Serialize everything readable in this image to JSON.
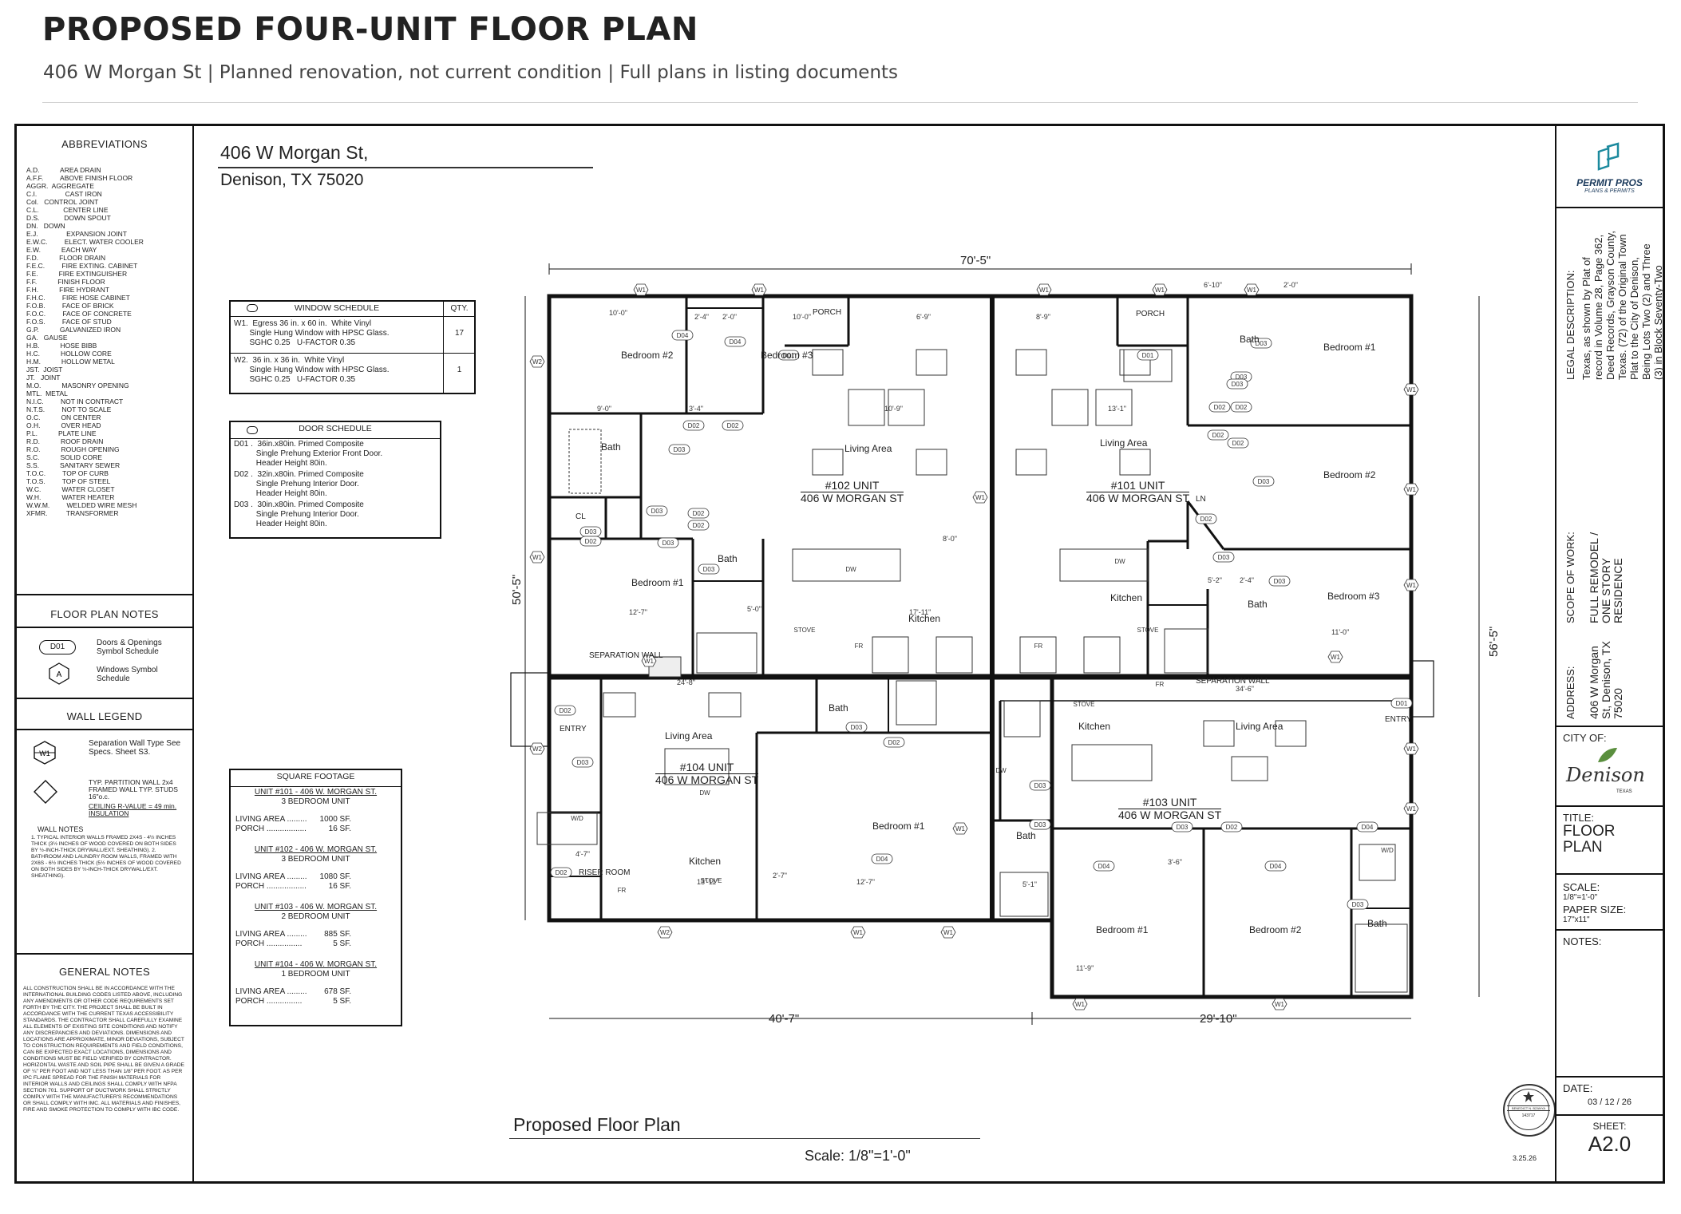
{
  "header": {
    "title": "PROPOSED FOUR-UNIT FLOOR PLAN",
    "subtitle": "406 W Morgan St | Planned renovation, not current condition | Full plans in listing documents"
  },
  "sheet": {
    "address_line1": "406 W Morgan St,",
    "address_line2": "Denison, TX 75020",
    "plan_title": "Proposed Floor Plan",
    "plan_scale": "Scale:  1/8\"=1'-0\""
  },
  "abbreviations": {
    "title": "ABBREVIATIONS",
    "items": [
      "A.D.           AREA DRAIN",
      "A.F.F.         ABOVE FINISH FLOOR",
      "AGGR.  AGGREGATE",
      "C.I.               CAST IRON",
      "Col.   CONTROL JOINT",
      "C.L.             CENTER LINE",
      "D.S.             DOWN SPOUT",
      "DN.   DOWN",
      "E.J.               EXPANSION JOINT",
      "E.W.C.         ELECT. WATER COOLER",
      "E.W.           EACH WAY",
      "F.D.           FLOOR DRAIN",
      "F.E.C.         FIRE EXTING. CABINET",
      "F.E.           FIRE EXTINGUISHER",
      "F.F.           FINISH FLOOR",
      "F.H.           FIRE HYDRANT",
      "F.H.C.         FIRE HOSE CABINET",
      "F.O.B.         FACE OF BRICK",
      "F.O.C.         FACE OF CONCRETE",
      "F.O.S.         FACE OF STUD",
      "G.P.           GALVANIZED IRON",
      "GA.   GAUSE",
      "H.B.           HOSE BIBB",
      "H.C.           HOLLOW CORE",
      "H.M.           HOLLOW METAL",
      "JST.  JOIST",
      "JT.   JOINT",
      "M.O.           MASONRY OPENING",
      "MTL.  METAL",
      "N.I.C.         NOT IN CONTRACT",
      "N.T.S.         NOT TO SCALE",
      "O.C.           ON CENTER",
      "O.H.           OVER HEAD",
      "P.L.           PLATE LINE",
      "R.D.           ROOF DRAIN",
      "R.O.           ROUGH OPENING",
      "S.C.           SOLID CORE",
      "S.S.           SANITARY SEWER",
      "T.O.C.         TOP OF CURB",
      "T.O.S.         TOP OF STEEL",
      "W.C.           WATER CLOSET",
      "W.H.           WATER HEATER",
      "W.W.M.         WELDED WIRE MESH",
      "XFMR.          TRANSFORMER"
    ]
  },
  "floor_plan_notes": {
    "title": "FLOOR PLAN NOTES",
    "door_tag": "D01",
    "door_text": "Doors & Openings Symbol Schedule",
    "window_tag": "A",
    "window_text": "Windows Symbol Schedule"
  },
  "wall_legend": {
    "title": "WALL LEGEND",
    "sep_tag": "W1",
    "sep_text": "Separation Wall Type See Specs. Sheet S3.",
    "part_text": "TYP. PARTITION WALL 2x4 FRAMED WALL TYP. STUDS 16\"o.c.",
    "ceiling_text": "CEILING R-VALUE = 49 min. INSULATION",
    "wall_notes_title": "WALL NOTES",
    "wall_notes": "1. TYPICAL INTERIOR WALLS FRAMED 2X4S - 4½ INCHES THICK (3½ INCHES OF WOOD COVERED ON BOTH SIDES BY ½-INCH-THICK DRYWALL/EXT. SHEATHING). 2. BATHROOM AND LAUNDRY ROOM WALLS, FRAMED WITH 2X6S - 6½ INCHES THICK (5½ INCHES OF WOOD COVERED ON BOTH SIDES BY ½-INCH-THICK DRYWALL/EXT. SHEATHING)."
  },
  "general_notes": {
    "title": "GENERAL NOTES",
    "text": "ALL CONSTRUCTION SHALL BE IN ACCORDANCE WITH THE INTERNATIONAL BUILDING CODES LISTED ABOVE, INCLUDING ANY AMENDMENTS OR OTHER CODE REQUIREMENTS SET FORTH BY THE CITY. THE PROJECT SHALL BE BUILT IN ACCORDANCE WITH THE CURRENT TEXAS ACCESSIBILITY STANDARDS. THE CONTRACTOR SHALL CAREFULLY EXAMINE ALL ELEMENTS OF EXISTING SITE CONDITIONS AND NOTIFY ANY DISCREPANCIES AND DEVIATIONS. DIMENSIONS AND LOCATIONS ARE APPROXIMATE, MINOR DEVIATIONS, SUBJECT TO CONSTRUCTION REQUIREMENTS AND FIELD CONDITIONS, CAN BE EXPECTED EXACT LOCATIONS, DIMENSIONS AND CONDITIONS MUST BE FIELD VERIFIED BY CONTRACTOR. HORIZONTAL WASTE AND SOIL PIPE SHALL BE GIVEN A GRADE OF ¼\" PER FOOT AND NOT LESS THAN 1/8\" PER FOOT. AS PER IPC FLAME SPREAD FOR THE FINISH MATERIALS FOR INTERIOR WALLS AND CEILINGS SHALL COMPLY WITH NFPA SECTION 701. SUPPORT OF DUCTWORK SHALL STRICTLY COMPLY WITH THE MANUFACTURER'S RECOMMENDATIONS OR SHALL COMPLY WITH IMC. ALL MATERIALS AND FINISHES, FIRE AND SMOKE PROTECTION TO COMPLY WITH IBC CODE."
  },
  "window_schedule": {
    "title": "WINDOW SCHEDULE",
    "qty_header": "QTY.",
    "rows": [
      {
        "text": "W1.  Egress 36 in. x 60 in.  White Vinyl\n       Single Hung Window with HPSC Glass.\n       SGHC 0.25   U-FACTOR 0.35",
        "qty": "17"
      },
      {
        "text": "W2.  36 in. x 36 in.  White Vinyl\n       Single Hung Window with HPSC Glass.\n       SGHC 0.25   U-FACTOR 0.35",
        "qty": "1"
      }
    ]
  },
  "door_schedule": {
    "title": "DOOR SCHEDULE",
    "rows": [
      "D01 .  36in.x80in. Primed Composite\n          Single Prehung Exterior Front Door.\n          Header Height 80in.",
      "D02 .  32in.x80in. Primed Composite\n          Single Prehung Interior Door.\n          Header Height 80in.",
      "D03 .  30in.x80in. Primed Composite\n          Single Prehung Interior Door.\n          Header Height 80in."
    ]
  },
  "square_footage": {
    "title": "SQUARE FOOTAGE",
    "units": [
      {
        "name": "UNIT #101 - 406 W. MORGAN ST.",
        "type": "3 BEDROOM UNIT",
        "living": "1000 SF.",
        "porch": "16 SF."
      },
      {
        "name": "UNIT #102 - 406 W. MORGAN ST.",
        "type": "3 BEDROOM UNIT",
        "living": "1080 SF.",
        "porch": "16 SF."
      },
      {
        "name": "UNIT #103 - 406 W. MORGAN ST.",
        "type": "2 BEDROOM UNIT",
        "living": "885 SF.",
        "porch": "5 SF."
      },
      {
        "name": "UNIT #104 - 406 W. MORGAN ST.",
        "type": "1 BEDROOM UNIT",
        "living": "678 SF.",
        "porch": "5 SF."
      }
    ],
    "living_label": "LIVING AREA  .........",
    "porch_label": "PORCH  ..................",
    "porch_label_short": "PORCH  ................"
  },
  "plan": {
    "dim_top": "70'-5\"",
    "dim_left": "50'-5\"",
    "dim_right": "56'-5\"",
    "dim_bottom_left": "40'-7\"",
    "dim_bottom_right": "29'-10\"",
    "units": [
      {
        "number": "#102 UNIT",
        "address": "406 W MORGAN ST"
      },
      {
        "number": "#101 UNIT",
        "address": "406 W MORGAN ST"
      },
      {
        "number": "#104 UNIT",
        "address": "406 W MORGAN ST"
      },
      {
        "number": "#103 UNIT",
        "address": "406 W MORGAN ST"
      }
    ],
    "rooms": {
      "bedroom1": "Bedroom #1",
      "bedroom2": "Bedroom #2",
      "bedroom3": "Bedroom #3",
      "bath": "Bath",
      "living": "Living Area",
      "kitchen": "Kitchen",
      "porch": "PORCH",
      "entry": "ENTRY",
      "cl": "CL",
      "ln": "LN",
      "sep_wall": "SEPARATION WALL",
      "riser": "RISER ROOM"
    },
    "tags": {
      "w1": "W1",
      "w2": "W2",
      "d01": "D01",
      "d02": "D02",
      "d03": "D03",
      "d04": "D04",
      "dw": "DW",
      "fr": "FR",
      "stove": "STOVE",
      "wd": "W/D"
    },
    "dims": [
      "10'-0\"",
      "2'-4\"",
      "2'-0\"",
      "10'-0\"",
      "6'-9\"",
      "8'-9\"",
      "6'-10\"",
      "2'-0\"",
      "9'-0\"",
      "3'-4\"",
      "10'-9\"",
      "13'-1\"",
      "8'-0\"",
      "12'-7\"",
      "17'-11\"",
      "5'-0\"",
      "11'-0\"",
      "24'-8\"",
      "34'-6\"",
      "13'-11\"",
      "12'-7\"",
      "11'-9\"",
      "5'-1\"",
      "4'-7\"",
      "2'-7\"",
      "3'-6\"",
      "5'-2\"",
      "2'-4\""
    ]
  },
  "title_block": {
    "brand_name": "PERMIT PROS",
    "brand_tag": "PLANS & PERMITS",
    "legal_label": "LEGAL DESCRIPTION:",
    "legal_text": "Texas, as shown by Plat of record in Volume 28, Page 362, Deed Records, Grayson County, Texas. (72) of the Original Town Plat to the City of Denison, Being Lots Two (2) and Three (3) in Block Seventy-Two",
    "scope_label": "SCOPE OF WORK:",
    "scope_text": "FULL REMODEL / ONE STORY RESIDENCE",
    "address_label": "ADDRESS:",
    "address_text": "406 W Morgan St, Denison, TX 75020",
    "city_label": "CITY OF:",
    "city_logo": "Denison",
    "city_logo_sub": "TEXAS",
    "title_label": "TITLE:",
    "title_text": "FLOOR PLAN",
    "scale_label": "SCALE:",
    "scale_text": "1/8\"=1'-0\"",
    "paper_label": "PAPER SIZE:",
    "paper_text": "17\"x11\"",
    "notes_label": "NOTES:",
    "date_label": "DATE:",
    "date_text": "03 / 12 / 26",
    "sheet_label": "SHEET:",
    "sheet_text": "A2.0"
  },
  "seal": {
    "name": "BENEDICT N. BZANYA",
    "number": "143717",
    "state": "STATE OF TEXAS",
    "caption": "PROFESSIONAL ENGINEER",
    "date": "3.25.26"
  }
}
